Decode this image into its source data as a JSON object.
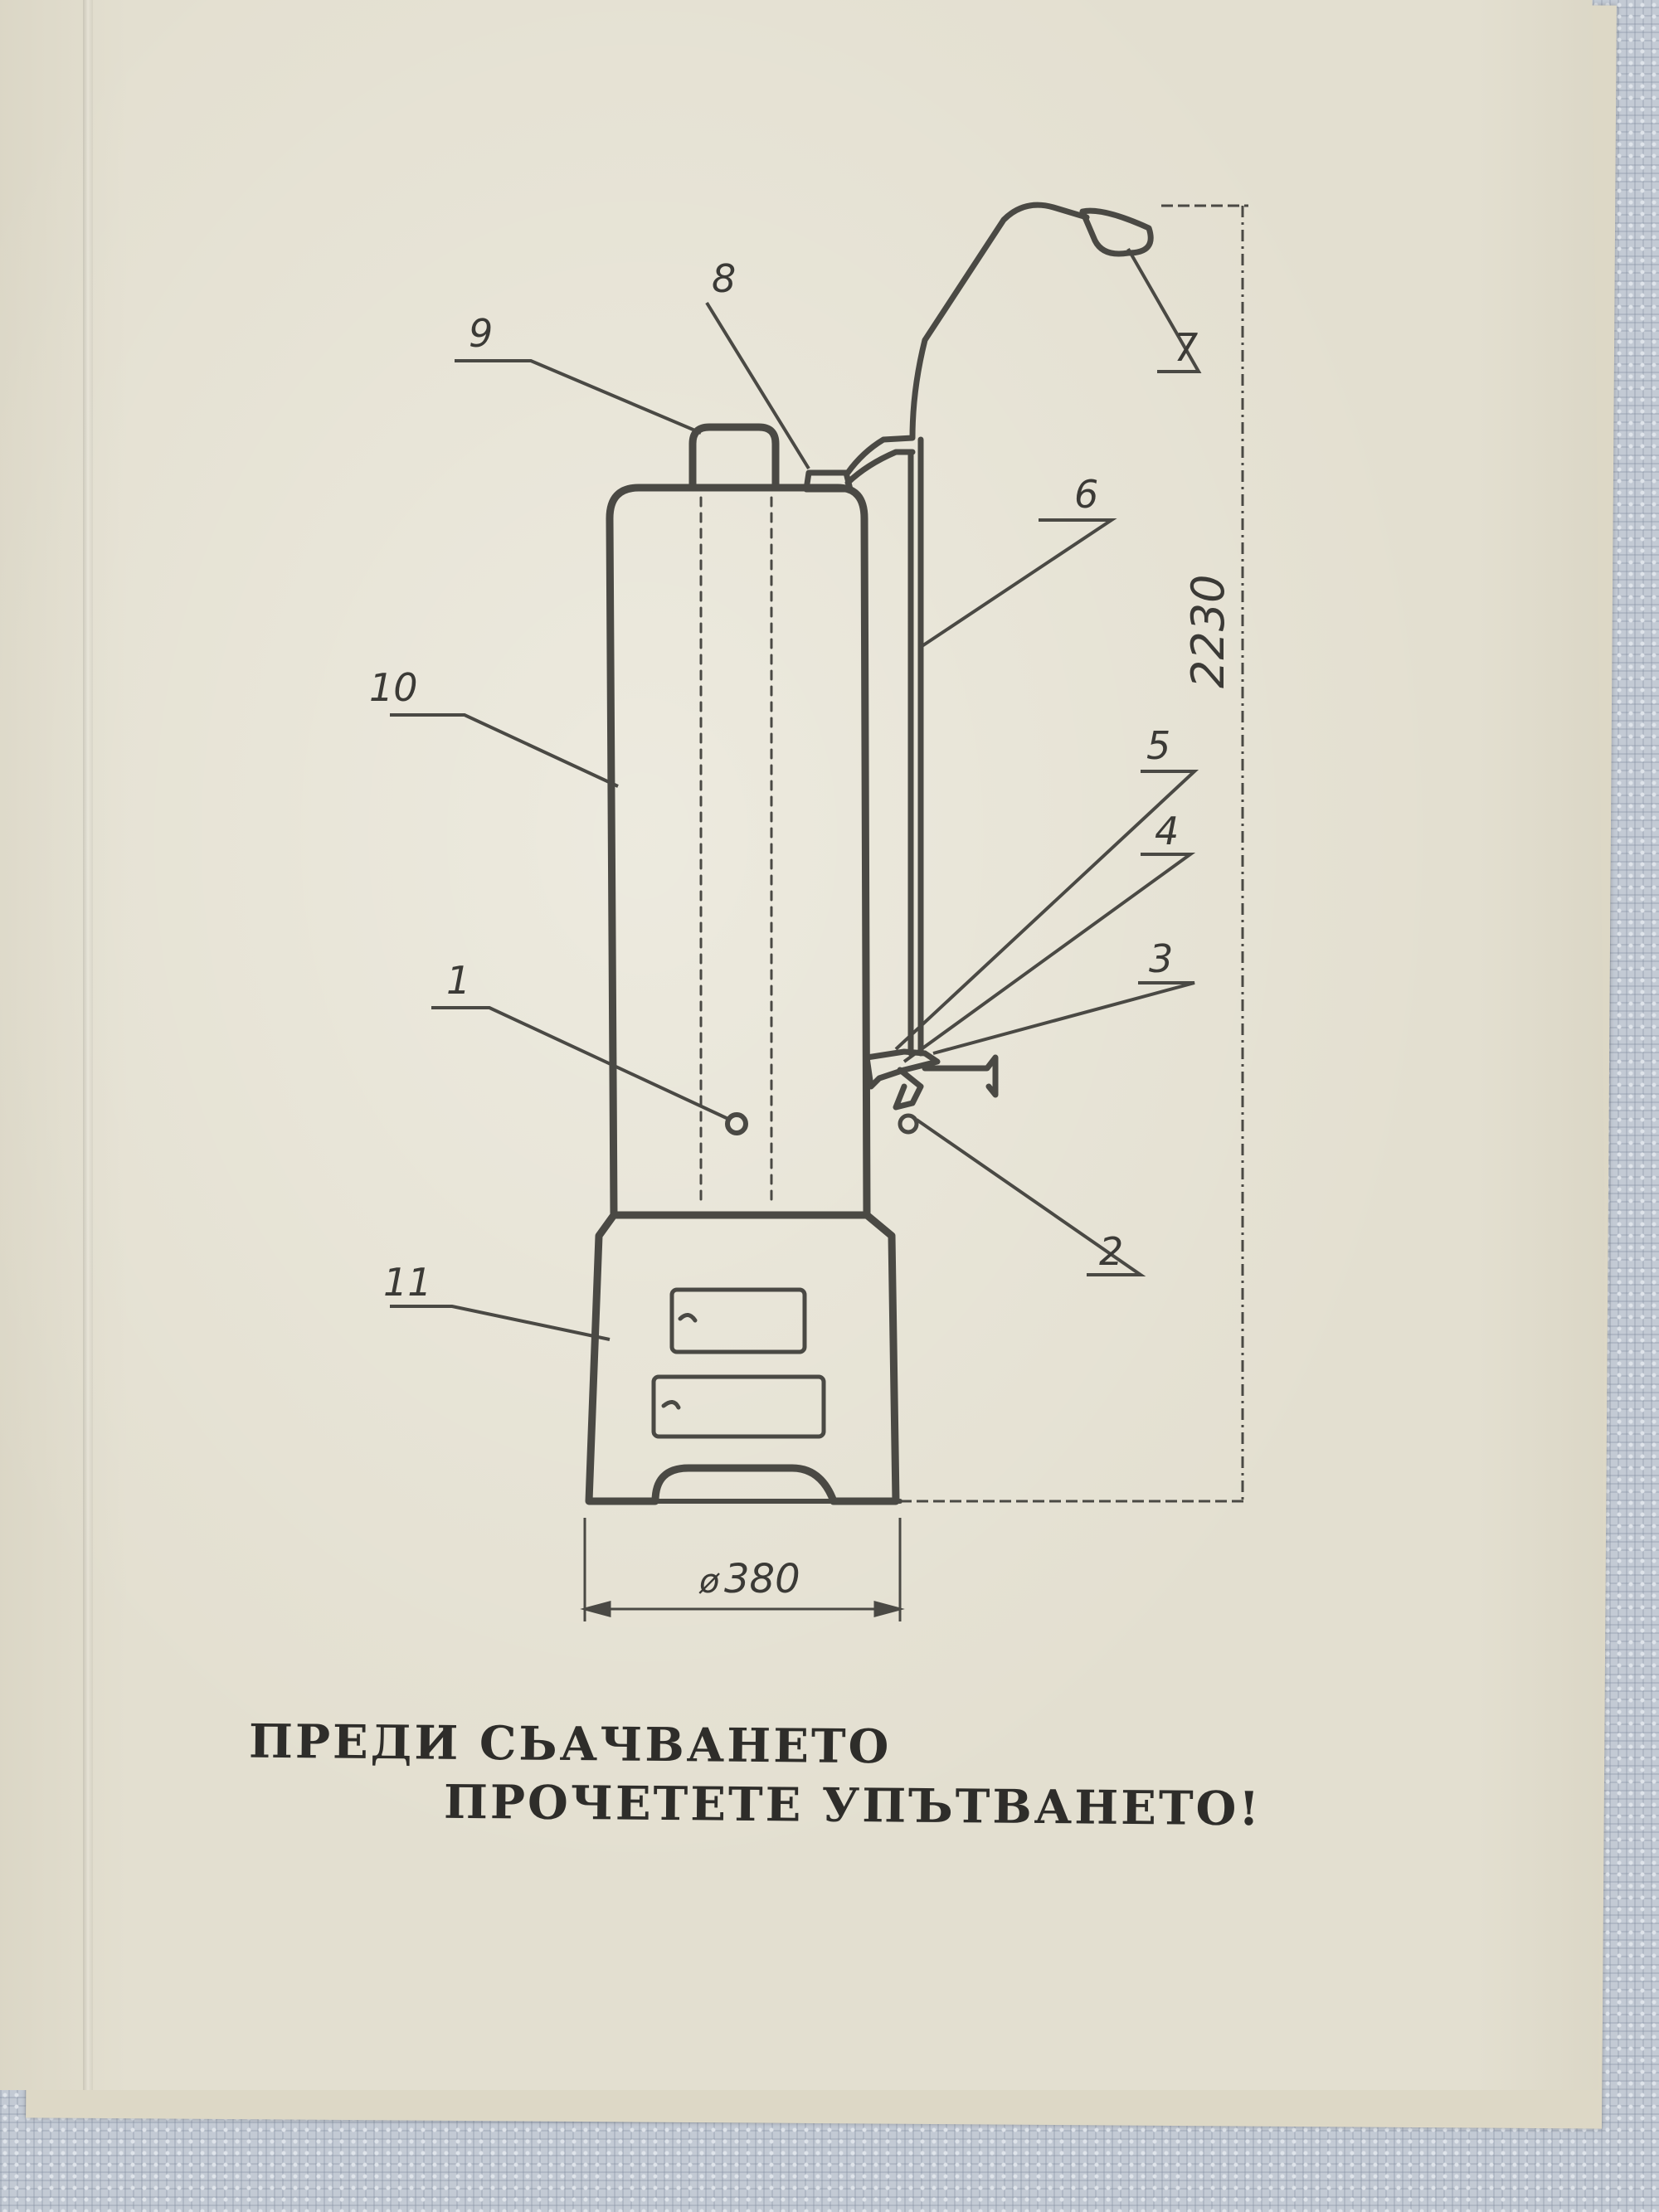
{
  "diagram": {
    "callouts": [
      "1",
      "2",
      "3",
      "4",
      "5",
      "6",
      "7",
      "8",
      "9",
      "10",
      "11"
    ],
    "dimensions": {
      "height": "2230",
      "diameter": "380"
    }
  },
  "caption": {
    "line1": "ПРЕДИ СЬАЧВАНЕТО",
    "line2": "ПРОЧЕТЕТЕ УПЪТВАНЕТО!"
  }
}
